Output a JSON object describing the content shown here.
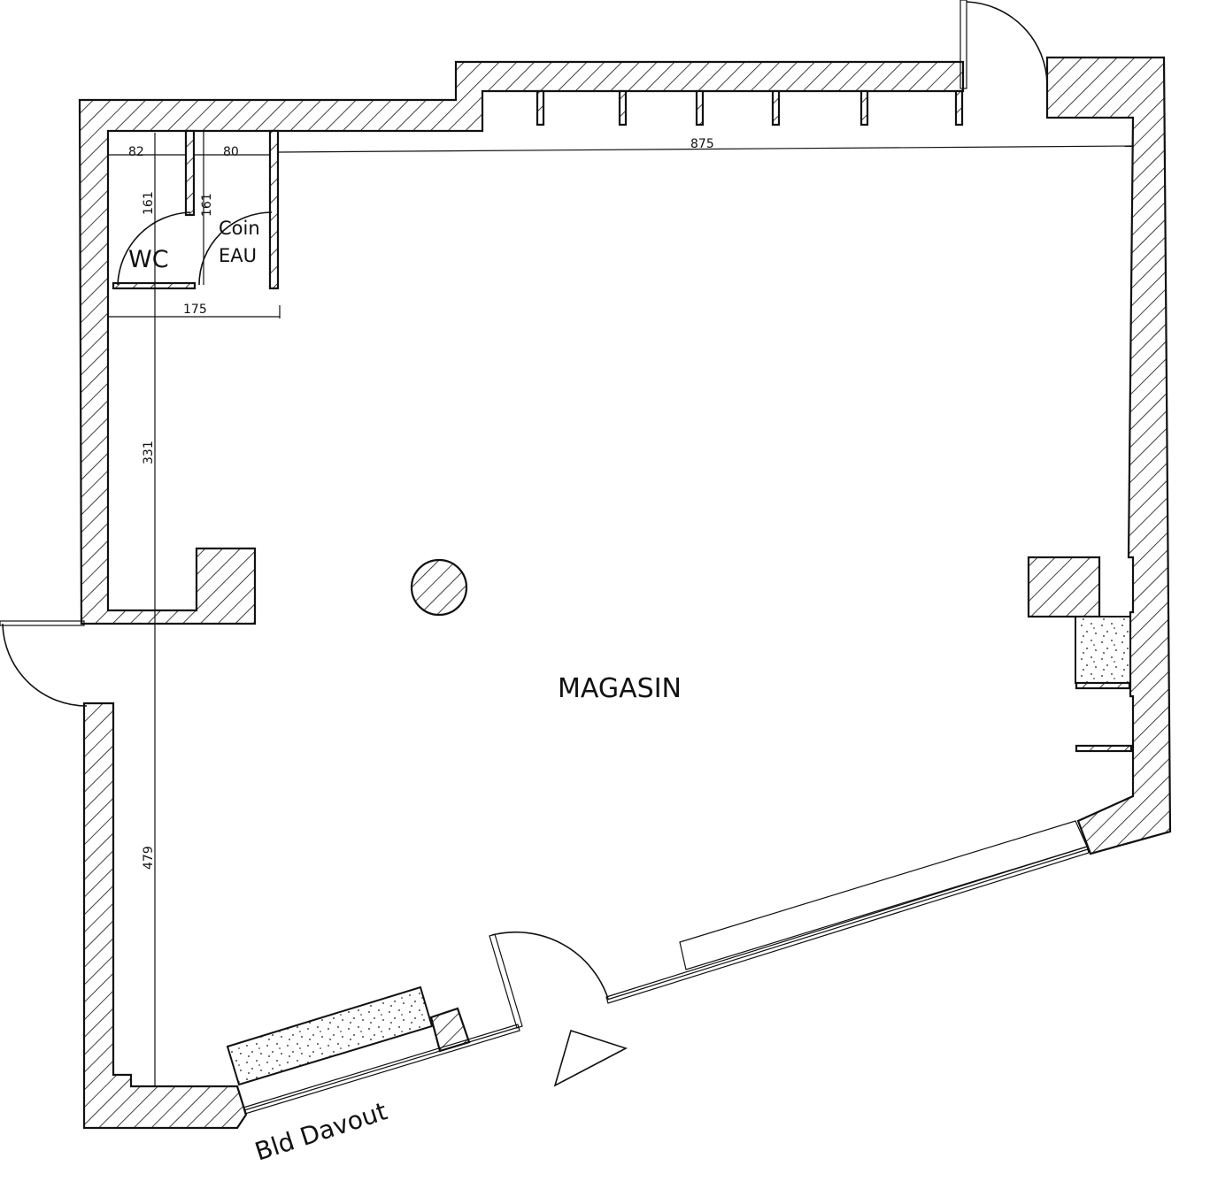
{
  "plan": {
    "main_room": "MAGASIN",
    "wc": "WC",
    "coin_eau_line1": "Coin",
    "coin_eau_line2": "EAU",
    "street": "Bld Davout"
  },
  "dimensions": {
    "wc_width": "82",
    "coin_width": "80",
    "total_width": "875",
    "wc_depth": "161",
    "coin_depth": "161",
    "annex_width": "175",
    "left_upper": "331",
    "left_lower": "479"
  }
}
